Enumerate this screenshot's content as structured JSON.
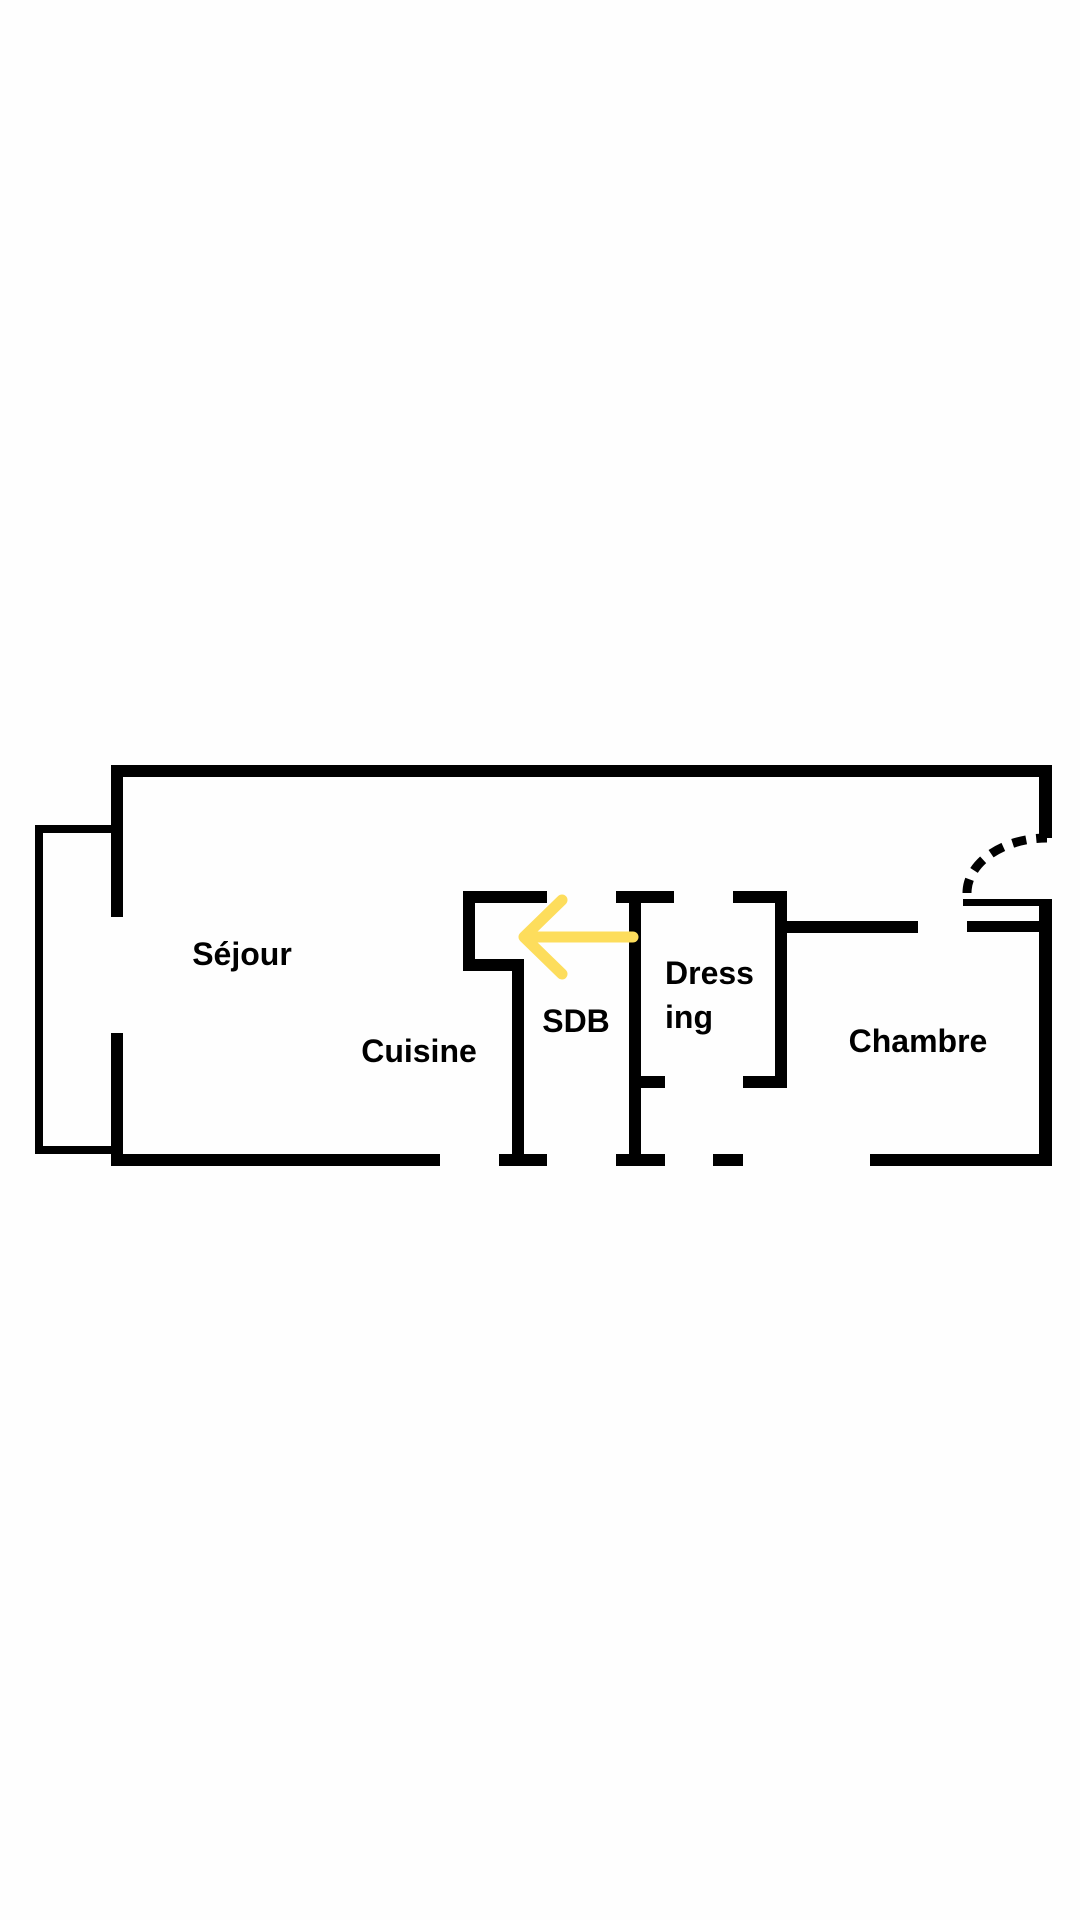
{
  "floorplan": {
    "rooms": {
      "sejour": "Séjour",
      "cuisine": "Cuisine",
      "sdb": "SDB",
      "dressing_line1": "Dress",
      "dressing_line2": "ing",
      "chambre": "Chambre"
    },
    "colors": {
      "wall": "#000000",
      "arrow": "#FDDD5C",
      "background": "#FEFEFE"
    },
    "arrow_direction": "left"
  }
}
